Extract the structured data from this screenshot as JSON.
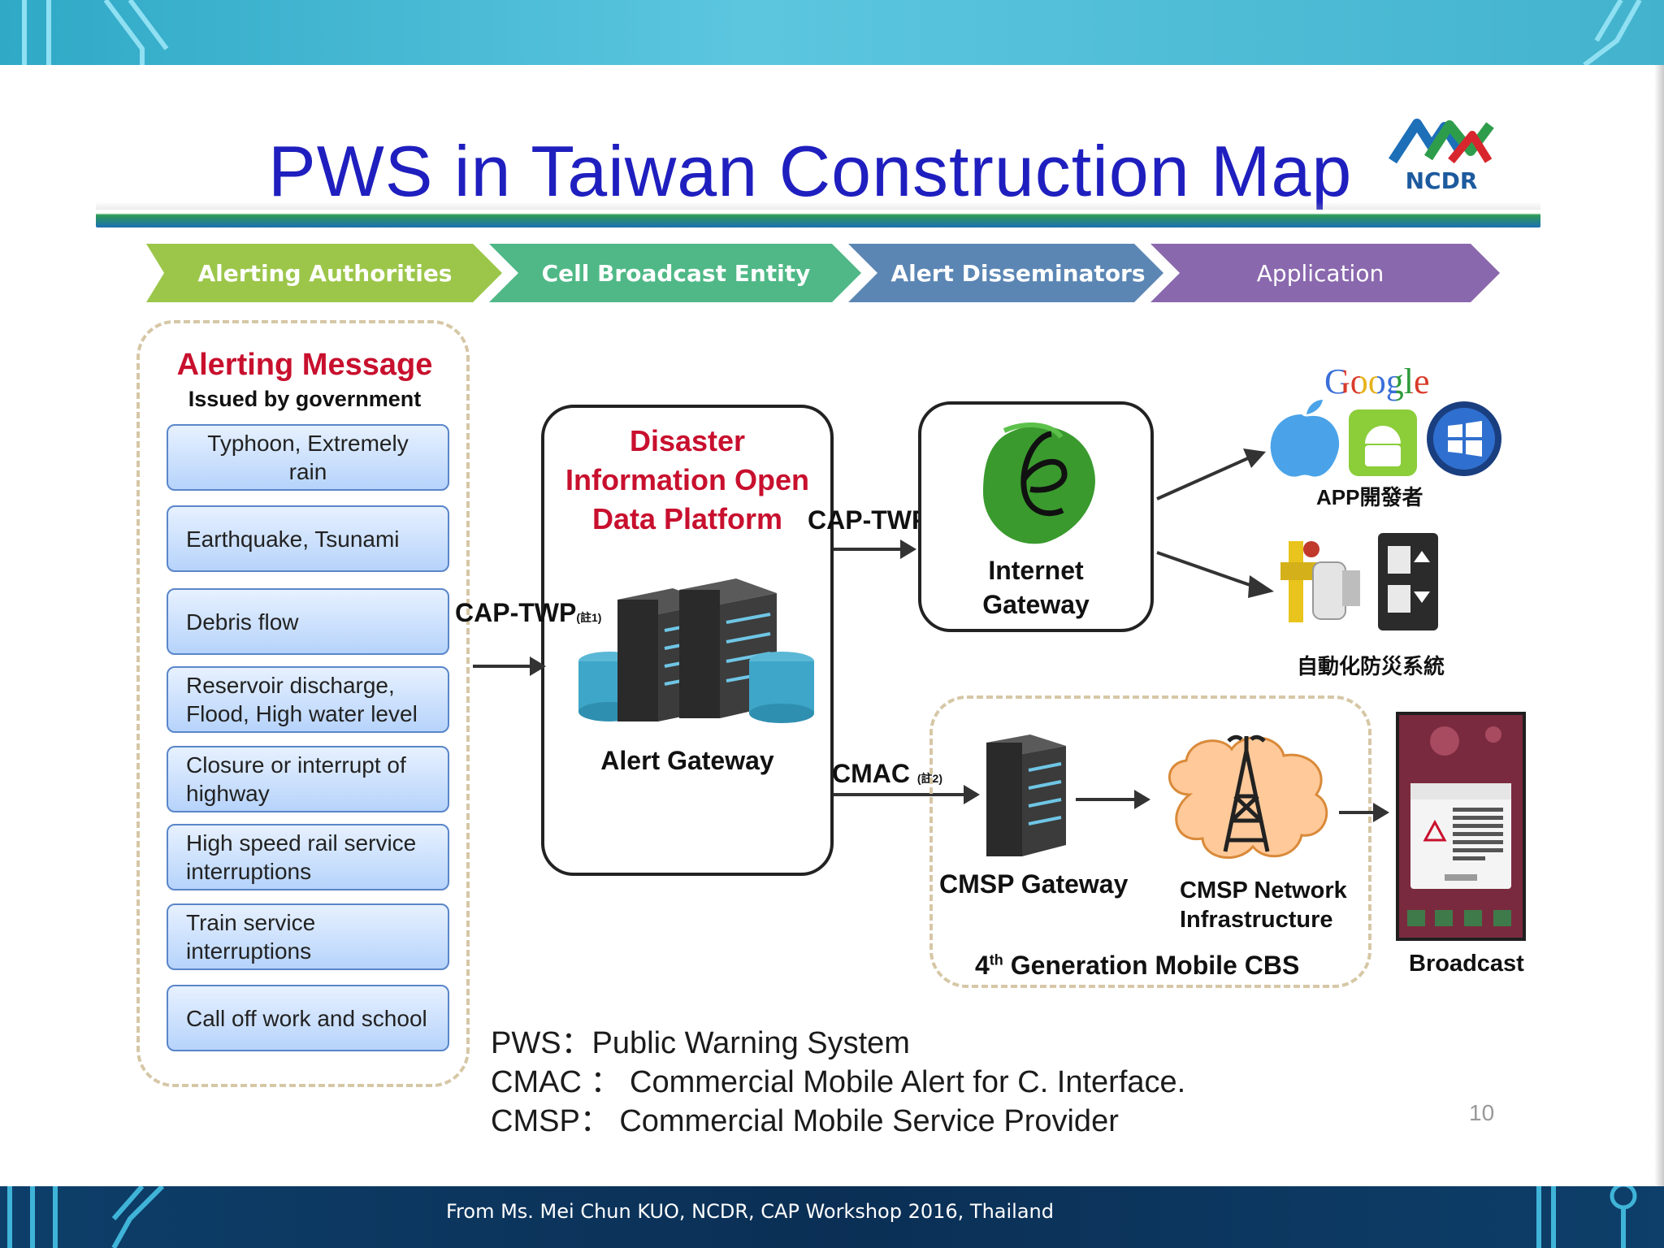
{
  "slide": {
    "title": "PWS in Taiwan Construction Map",
    "logo_text": "NCDR",
    "page_number": "10",
    "footer_credit": "From Ms. Mei Chun KUO, NCDR, CAP Workshop 2016, Thailand"
  },
  "stages": [
    {
      "label": "Alerting Authorities",
      "color": "#9cc64a"
    },
    {
      "label": "Cell Broadcast Entity",
      "color": "#4fb886"
    },
    {
      "label": "Alert  Disseminators",
      "color": "#5b86b4"
    },
    {
      "label": "Application",
      "color": "#8a68ad"
    }
  ],
  "alerting": {
    "title": "Alerting  Message",
    "subtitle": "Issued by government",
    "messages": [
      "Typhoon, Extremely rain",
      "Earthquake, Tsunami",
      "Debris flow",
      "Reservoir discharge, Flood, High water level",
      "Closure or interrupt of highway",
      "High speed rail service interruptions",
      "Train service interruptions",
      "Call off work and school"
    ]
  },
  "platform": {
    "title_line1": "Disaster",
    "title_line2": "Information Open",
    "title_line3": "Data Platform",
    "gateway_label": "Alert Gateway"
  },
  "links": {
    "cap_twp_in": "CAP-TWP",
    "cap_twp_in_note": "(註1)",
    "cap_twp_out": "CAP-TWP",
    "cmac": "CMAC",
    "cmac_note": "(註2)"
  },
  "internet_gateway": {
    "line1": "Internet",
    "line2": "Gateway"
  },
  "apps": {
    "google": "Google",
    "developer_label": "APP開發者",
    "auto_system_label": "自動化防災系統"
  },
  "cbs": {
    "cmsp_gateway": "CMSP Gateway",
    "network_line1": "CMSP Network",
    "network_line2": "Infrastructure",
    "generation_prefix": "4",
    "generation_sup": "th",
    "generation_suffix": " Generation Mobile CBS",
    "broadcast": "Broadcast"
  },
  "legend": [
    "PWS：Public Warning System",
    "CMAC  ：  Commercial Mobile Alert for C. Interface.",
    "CMSP：  Commercial Mobile Service Provider"
  ],
  "colors": {
    "title_blue": "#1f1fbf",
    "alert_red": "#c8102e",
    "top_band": "#45b9d3",
    "bottom_band": "#0b3358"
  }
}
